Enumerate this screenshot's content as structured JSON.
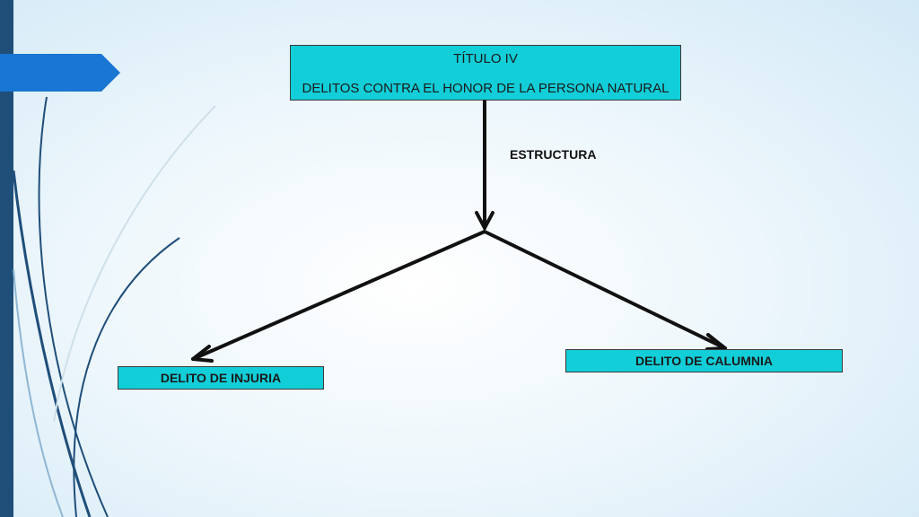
{
  "title_box": {
    "line1": "TÍTULO IV",
    "line2": "DELITOS CONTRA EL HONOR DE LA PERSONA NATURAL"
  },
  "edge_label": "ESTRUCTURA",
  "nodes": {
    "left": "DELITO DE INJURIA",
    "right": "DELITO DE CALUMNIA"
  },
  "colors": {
    "box_fill": "#12ced8",
    "accent_bar": "#1f4e79",
    "tab_arrow": "#1976d2"
  }
}
